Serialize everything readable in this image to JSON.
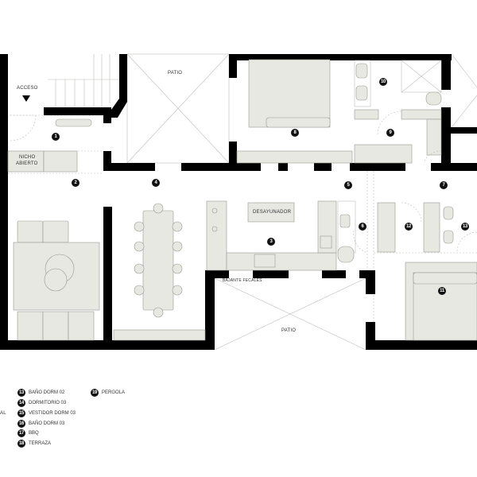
{
  "labels": {
    "acceso": "ACCESO",
    "nicho_1": "NICHO",
    "nicho_2": "ABIERTO",
    "patio_top": "PATIO",
    "patio_bottom": "PATIO",
    "desayunador": "DESAYUNADOR",
    "bajante": "BAJANTE FECALES"
  },
  "markers": [
    "1",
    "2",
    "3",
    "4",
    "5",
    "6",
    "7",
    "8",
    "9",
    "10",
    "11",
    "12",
    "13"
  ],
  "legend": {
    "cut_text": "AL",
    "items": [
      {
        "num": "13",
        "label": "BAÑO DORM 02"
      },
      {
        "num": "14",
        "label": "DORMITORIO 03"
      },
      {
        "num": "15",
        "label": "VESTIDOR DORM 03"
      },
      {
        "num": "16",
        "label": "BAÑO DORM 03"
      },
      {
        "num": "17",
        "label": "BBQ"
      },
      {
        "num": "18",
        "label": "TERRAZA"
      },
      {
        "num": "19",
        "label": "PERGOLA"
      }
    ]
  },
  "colors": {
    "wall": "#000000",
    "furniture": "#e8e8e2"
  }
}
